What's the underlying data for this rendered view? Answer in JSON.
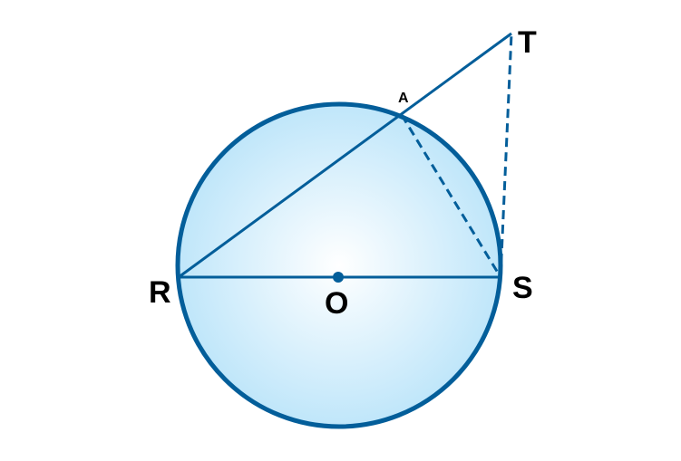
{
  "diagram": {
    "colors": {
      "stroke": "#035E9A",
      "fill_center": "#FFFFFF",
      "fill_edge": "#BFE6FA",
      "text": "#000000"
    },
    "labels": {
      "R": "R",
      "O": "O",
      "S": "S",
      "A": "A",
      "T": "T"
    }
  }
}
